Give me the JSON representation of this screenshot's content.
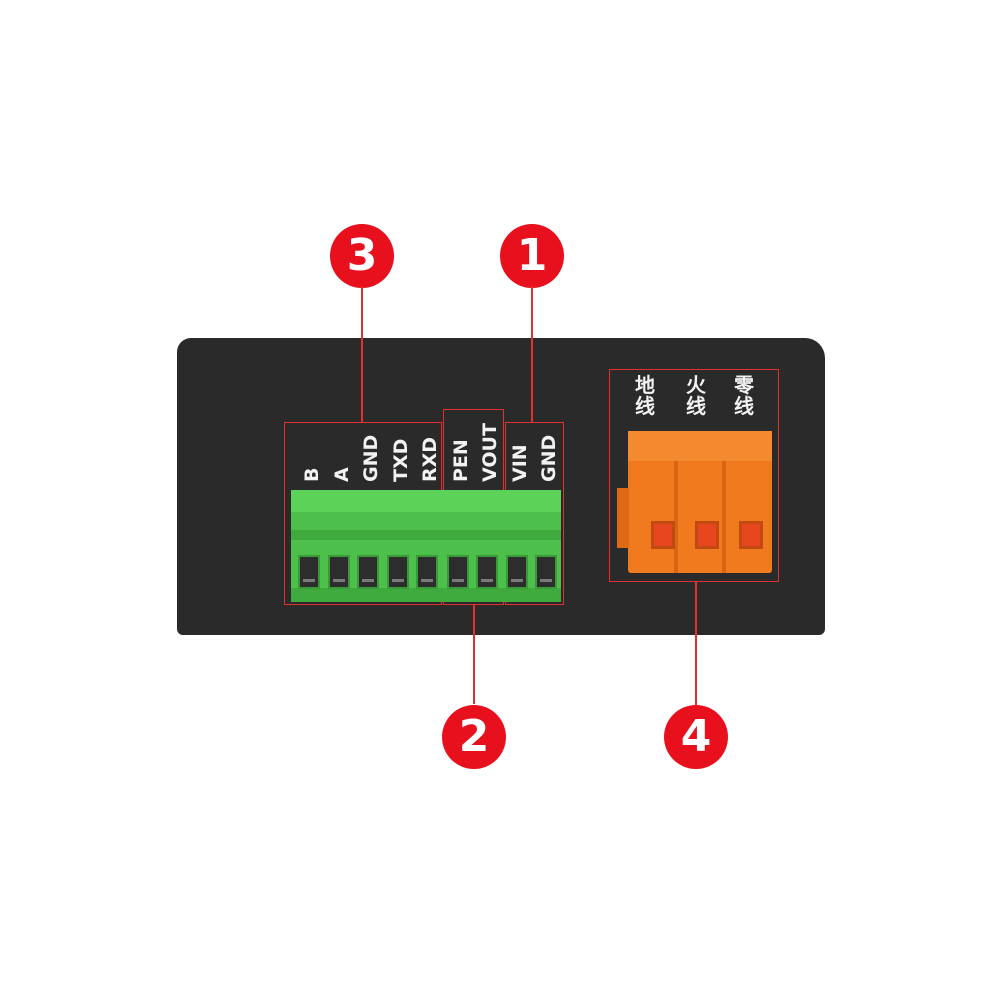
{
  "callouts": {
    "c1": "1",
    "c2": "2",
    "c3": "3",
    "c4": "4"
  },
  "green_terminal": {
    "pins": [
      "B",
      "A",
      "GND",
      "TXD",
      "RXD",
      "PEN",
      "VOUT",
      "VIN",
      "GND"
    ]
  },
  "orange_terminal": {
    "labels": [
      "地线",
      "火线",
      "零线"
    ]
  },
  "colors": {
    "callout": "#e8101d",
    "leader_line": "#e23030",
    "panel": "#2a2a2a",
    "green_terminal": "#4cc04a",
    "orange_terminal": "#f27a1e"
  }
}
